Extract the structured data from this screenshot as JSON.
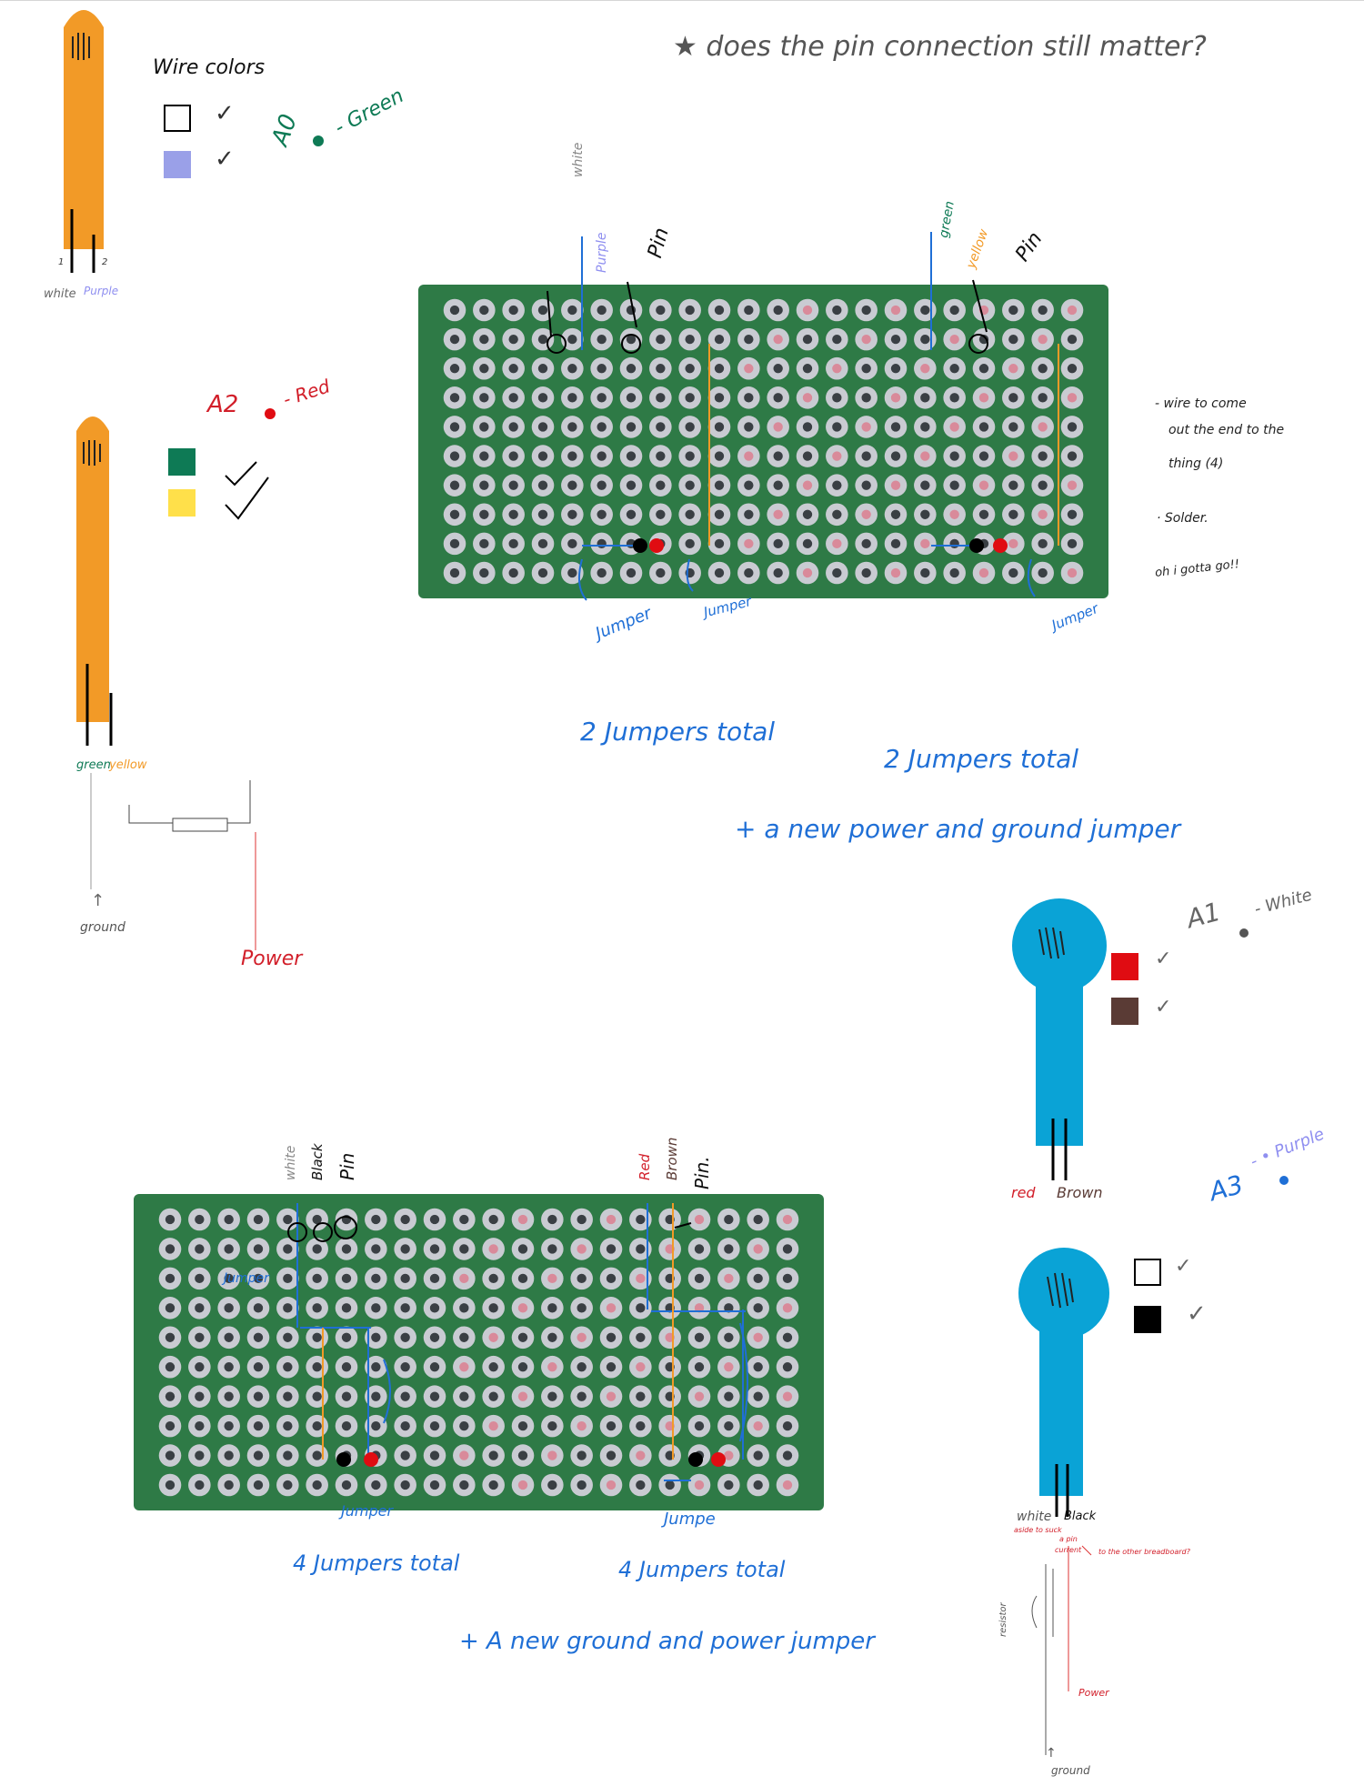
{
  "question": "★ does the pin connection still matter?",
  "wire_colors_title": "Wire colors",
  "check": "✓",
  "sensor1": {
    "num": "1",
    "num2": "2",
    "label1": "white",
    "label2": "Purple",
    "pin": "A0",
    "pin_wire": "- Green"
  },
  "sensor2": {
    "pin": "A2",
    "pin_wire": "- Red",
    "label1": "green",
    "label2": "yellow",
    "ground": "ground",
    "power": "Power"
  },
  "sensor3": {
    "pin": "A1",
    "pin_wire": "- White",
    "label1": "red",
    "label2": "Brown"
  },
  "sensor4": {
    "pin": "A3",
    "pin_wire": "- • Purple",
    "label1": "white",
    "label2": "Black",
    "note1": "aside to suck",
    "note2": "a pin",
    "note3": "current",
    "note4": "to the other breadboard?",
    "resistor": "resistor",
    "power": "Power",
    "ground": "ground"
  },
  "board_top": {
    "labels_left": [
      "white",
      "Purple",
      "Pin"
    ],
    "labels_right": [
      "green",
      "yellow",
      "Pin"
    ],
    "jumper_a": "Jumper",
    "jumper_b": "Jumper",
    "jumper_c": "Jumper",
    "total_left": "2 Jumpers total",
    "total_right": "2 Jumpers total",
    "extra": "+ a new power and ground jumper"
  },
  "board_bottom": {
    "labels_left": [
      "white",
      "Black",
      "Pin"
    ],
    "labels_right": [
      "Red",
      "Brown",
      "Pin."
    ],
    "jumper_bottom_left": "Jumper",
    "jumper_bottom_right": "Jumpe",
    "jumper_small": "Jumper",
    "total_left": "4 Jumpers total",
    "total_right": "4 Jumpers total",
    "extra": "+ A new ground and power jumper"
  },
  "side_notes": [
    "- wire to come",
    "out the end to the",
    "thing (4)",
    "· Solder.",
    "oh i gotta go!!"
  ],
  "colors": {
    "orange": "#f29a27",
    "blue": "#0aa3d6",
    "green_board": "#2e7a46",
    "swatch_purple": "#9aa0e8",
    "swatch_green": "#0e7a55",
    "swatch_yellow": "#ffe04a",
    "swatch_red": "#e00c12",
    "swatch_brown": "#5a3b35"
  }
}
